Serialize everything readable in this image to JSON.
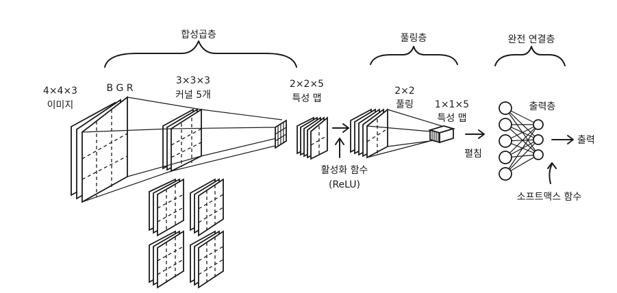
{
  "diagram": {
    "labels": {
      "conv_layer": "합성곱층",
      "pool_layer": "풀링층",
      "fc_layer": "완전 연결층",
      "input_dims": "4×4×3",
      "input_name": "이미지",
      "bgr": "B G R",
      "kernel_dims": "3×3×3",
      "kernel_name": "커널 5개",
      "fmap1_dims": "2×2×5",
      "fmap1_name": "특성 맵",
      "activation_name": "활성화 함수",
      "activation_sub": "(ReLU)",
      "pool_dims": "2×2",
      "pool_name": "풀링",
      "fmap2_dims": "1×1×5",
      "fmap2_name": "특성 맵",
      "flatten": "펼침",
      "output_layer": "출력층",
      "softmax": "소프트맥스 함수",
      "output": "출력"
    }
  }
}
